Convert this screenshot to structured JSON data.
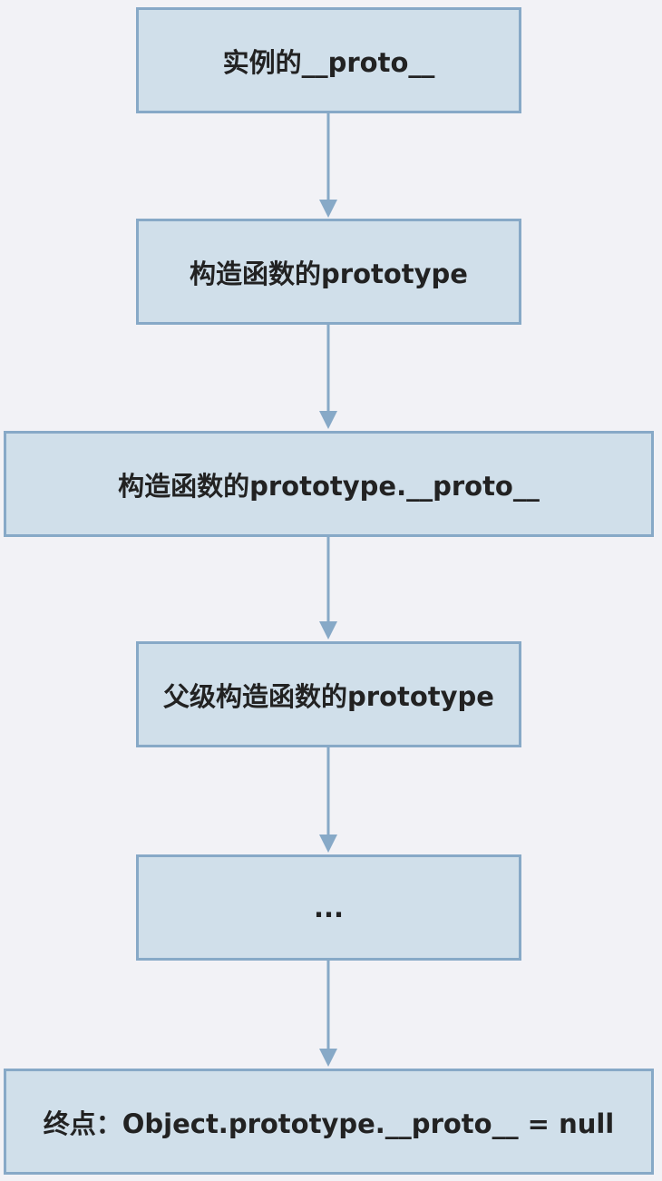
{
  "diagram": {
    "nodes": [
      {
        "id": "instance-proto",
        "label": "实例的__proto__"
      },
      {
        "id": "ctor-prototype",
        "label": "构造函数的prototype"
      },
      {
        "id": "ctor-prototype-proto",
        "label": "构造函数的prototype.__proto__"
      },
      {
        "id": "parent-ctor-prototype",
        "label": "父级构造函数的prototype"
      },
      {
        "id": "ellipsis",
        "label": "..."
      },
      {
        "id": "end",
        "label": "终点：Object.prototype.__proto__ = null"
      }
    ],
    "edges": [
      {
        "from": "instance-proto",
        "to": "ctor-prototype"
      },
      {
        "from": "ctor-prototype",
        "to": "ctor-prototype-proto"
      },
      {
        "from": "ctor-prototype-proto",
        "to": "parent-ctor-prototype"
      },
      {
        "from": "parent-ctor-prototype",
        "to": "ellipsis"
      },
      {
        "from": "ellipsis",
        "to": "end"
      }
    ],
    "colors": {
      "background": "#f2f2f6",
      "node_fill": "#d0dfea",
      "node_border": "#87a9c7",
      "arrow": "#87a9c7",
      "text": "#222222"
    }
  }
}
